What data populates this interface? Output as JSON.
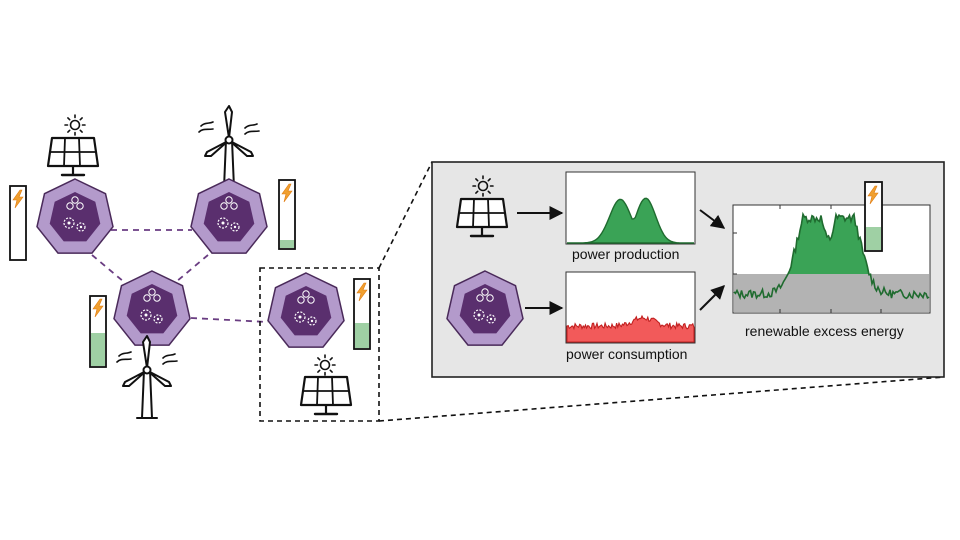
{
  "labels": {
    "production": "power production",
    "consumption": "power consumption",
    "excess": "renewable excess energy"
  },
  "colors": {
    "node_outer": "#b39acb",
    "node_inner": "#5a2f6e",
    "node_stroke": "#4a2a5a",
    "production_fill": "#3aa356",
    "production_stroke": "#1f6b2f",
    "consumption_fill": "#f25a5a",
    "consumption_stroke": "#c22020",
    "excess_fill": "#3aa356",
    "excess_stroke": "#1f6b2f",
    "deficit_fill": "#b3b3b3",
    "battery_fill": "#9fd0a4",
    "bolt": "#f0a030",
    "panel_bg": "#e6e6e6"
  },
  "nodes": [
    {
      "id": "node-top-left",
      "source": "solar",
      "battery_level": 0.0
    },
    {
      "id": "node-top-right",
      "source": "wind",
      "battery_level": 0.12
    },
    {
      "id": "node-bottom-left",
      "source": "wind",
      "battery_level": 0.55
    },
    {
      "id": "node-bottom-right",
      "source": "solar",
      "battery_level": 0.35
    }
  ],
  "icons": [
    "sun-icon",
    "solar-panel-icon",
    "wind-turbine-icon",
    "battery-icon",
    "lightning-bolt-icon",
    "arrow-icon"
  ]
}
